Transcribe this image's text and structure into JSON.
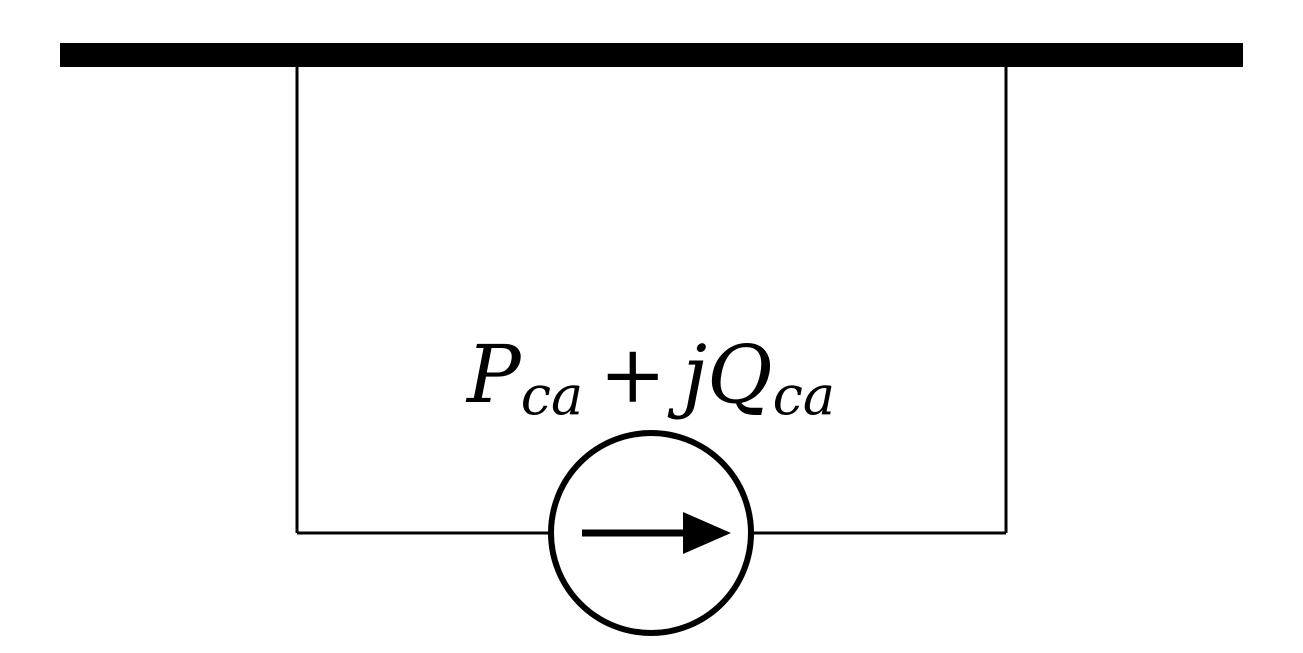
{
  "diagram": {
    "label": {
      "p_symbol": "P",
      "p_subscript": "ca",
      "operator": "+",
      "j_symbol": "j",
      "q_symbol": "Q",
      "q_subscript": "ca"
    },
    "colors": {
      "stroke": "#000000",
      "background": "#ffffff"
    },
    "icons": {
      "source": "current-source-icon",
      "arrow": "right-arrow-icon"
    }
  }
}
